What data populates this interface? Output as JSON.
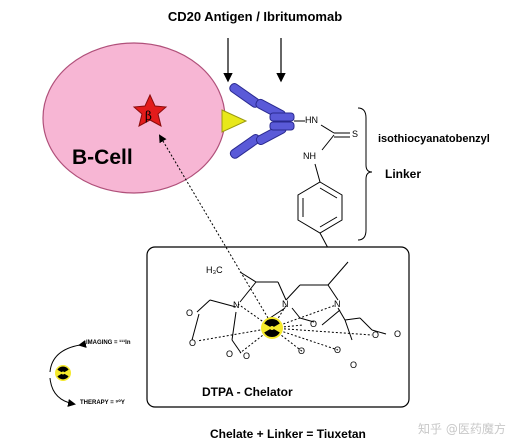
{
  "title": "CD20 Antigen / Ibritumomab",
  "cell_label": "B-Cell",
  "isotope_symbol": "β",
  "linker_name": "isothiocyanatobenzyl",
  "linker_label": "Linker",
  "chelator_label": "DTPA - Chelator",
  "bottom_caption": "Chelate + Linker = Tiuxetan",
  "imaging_label": "IMAGING = ¹¹¹In",
  "therapy_label": "THERAPY = ⁹⁰Y",
  "watermark": "知乎 @医药魔方",
  "atoms": {
    "hn": "HN",
    "s": "S",
    "nh": "NH",
    "ch3": "H₃C",
    "n": "N",
    "o": "O"
  },
  "colors": {
    "cell_fill": "#f7b6d4",
    "cell_stroke": "#b0507a",
    "star": "#e31b1b",
    "antigen": "#e8e81a",
    "antibody": "#5a5ad8",
    "radiation_yellow": "#f5e92c"
  }
}
